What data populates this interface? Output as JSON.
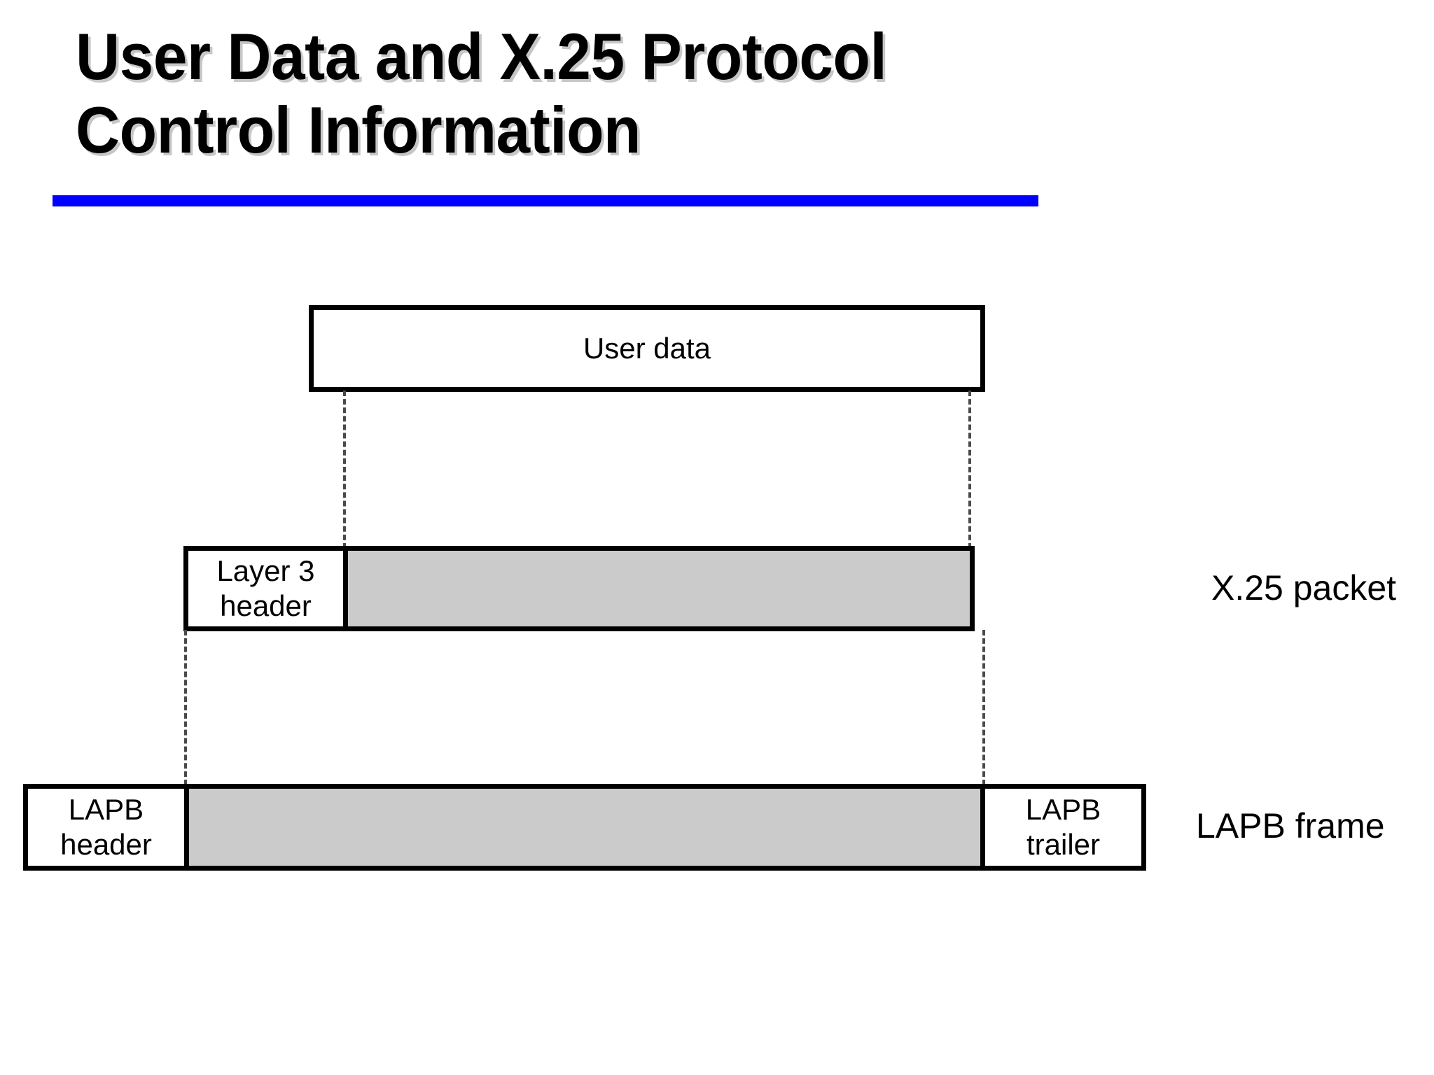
{
  "slide": {
    "title": "User Data and X.25 Protocol\nControl Information",
    "rule_color": "#0000ff",
    "background_color": "#ffffff"
  },
  "diagram": {
    "fill_gray": "#cbcbcb",
    "stroke_color": "#000000",
    "rows": [
      {
        "id": "user-data",
        "name": "user-data-band",
        "cells": [
          {
            "label": "User data",
            "fill": "white"
          }
        ]
      },
      {
        "id": "x25-packet",
        "name": "x25-packet-band",
        "caption": "X.25 packet",
        "cells": [
          {
            "label": "Layer 3\nheader",
            "fill": "white"
          },
          {
            "label": "",
            "fill": "gray"
          }
        ]
      },
      {
        "id": "lapb-frame",
        "name": "lapb-frame-band",
        "caption": "LAPB frame",
        "cells": [
          {
            "label": "LAPB\nheader",
            "fill": "white"
          },
          {
            "label": "",
            "fill": "gray"
          },
          {
            "label": "LAPB\ntrailer",
            "fill": "white"
          }
        ]
      }
    ],
    "captions": {
      "x25": "X.25 packet",
      "lapb": "LAPB frame"
    },
    "connectors": [
      {
        "name": "user-data-left-projection",
        "style": "dashed"
      },
      {
        "name": "user-data-right-projection",
        "style": "dashed"
      },
      {
        "name": "x25-left-projection",
        "style": "dashed"
      },
      {
        "name": "x25-right-projection",
        "style": "dashed"
      }
    ]
  }
}
